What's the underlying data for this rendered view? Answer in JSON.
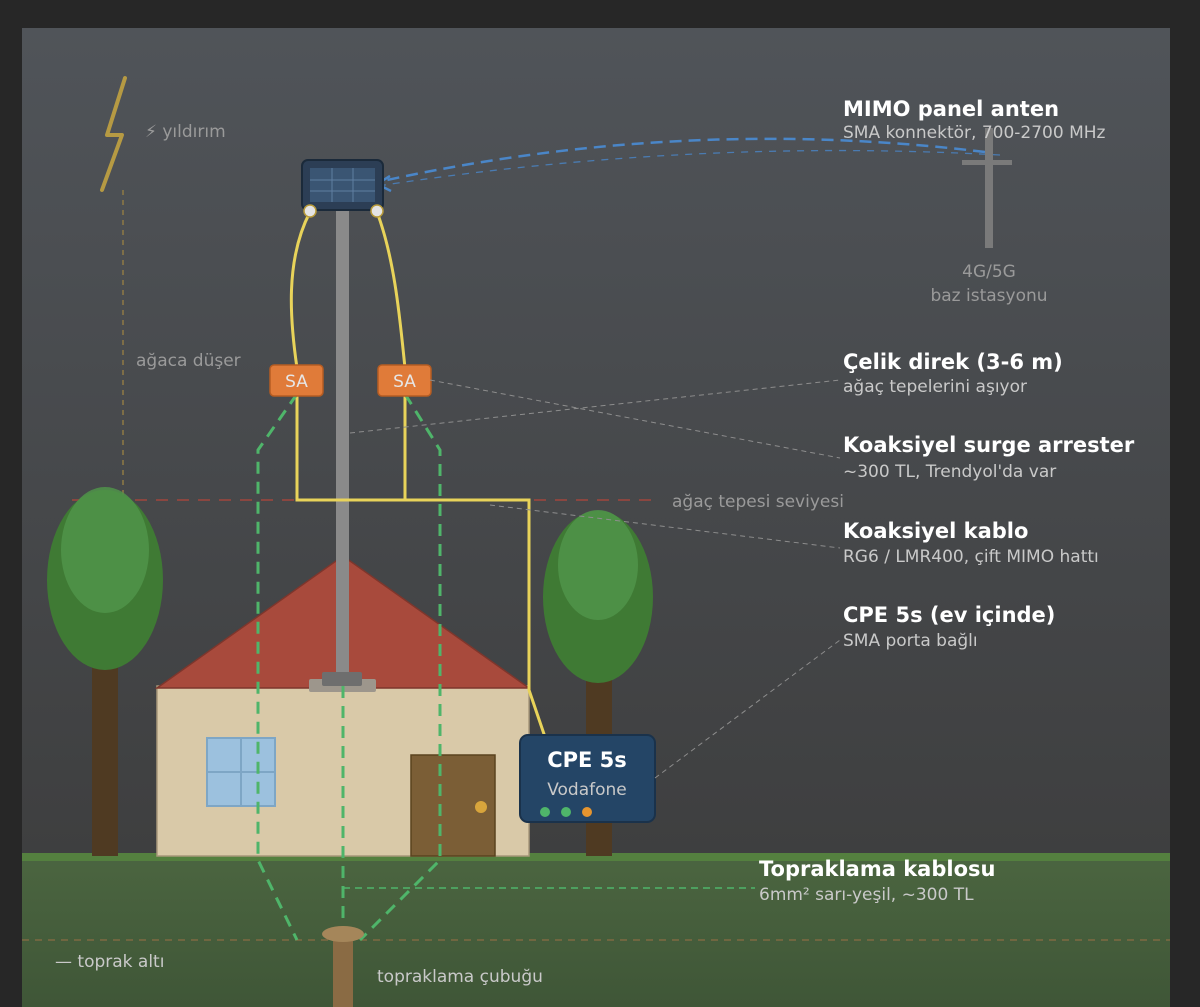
{
  "lightning": {
    "label": "⚡ yıldırım",
    "path_label": "ağaca düşer"
  },
  "tree_level": {
    "label": "ağaç tepesi seviyesi"
  },
  "ground": {
    "underground_label": "— toprak altı",
    "rod_label": "topraklama çubuğu"
  },
  "base_station": {
    "line1": "4G/5G",
    "line2": "baz istasyonu"
  },
  "arresters": [
    {
      "label": "SA"
    },
    {
      "label": "SA"
    }
  ],
  "cpe_box": {
    "title": "CPE 5s",
    "subtitle": "Vodafone"
  },
  "callouts": {
    "antenna": {
      "title": "MIMO panel anten",
      "sub": "SMA konnektör, 700-2700 MHz"
    },
    "mast": {
      "title": "Çelik direk (3-6 m)",
      "sub": "ağaç tepelerini aşıyor"
    },
    "surge": {
      "title": "Koaksiyel surge arrester",
      "sub": "~300 TL, Trendyol'da var"
    },
    "coax": {
      "title": "Koaksiyel kablo",
      "sub": "RG6 / LMR400, çift MIMO hattı"
    },
    "cpe": {
      "title": "CPE 5s (ev içinde)",
      "sub": "SMA porta bağlı"
    },
    "ground_cable": {
      "title": "Topraklama kablosu",
      "sub": "6mm² sarı-yeşil, ~300 TL"
    }
  },
  "colors": {
    "coax": "#e8d35a",
    "ground_wire": "#4fb56a",
    "arrester": "#e07b39",
    "roof": "#a84a3c",
    "wall": "#d9c9a8",
    "grass": "#4c6b3f",
    "signal": "#4a86c8",
    "cpe": "#244566"
  }
}
